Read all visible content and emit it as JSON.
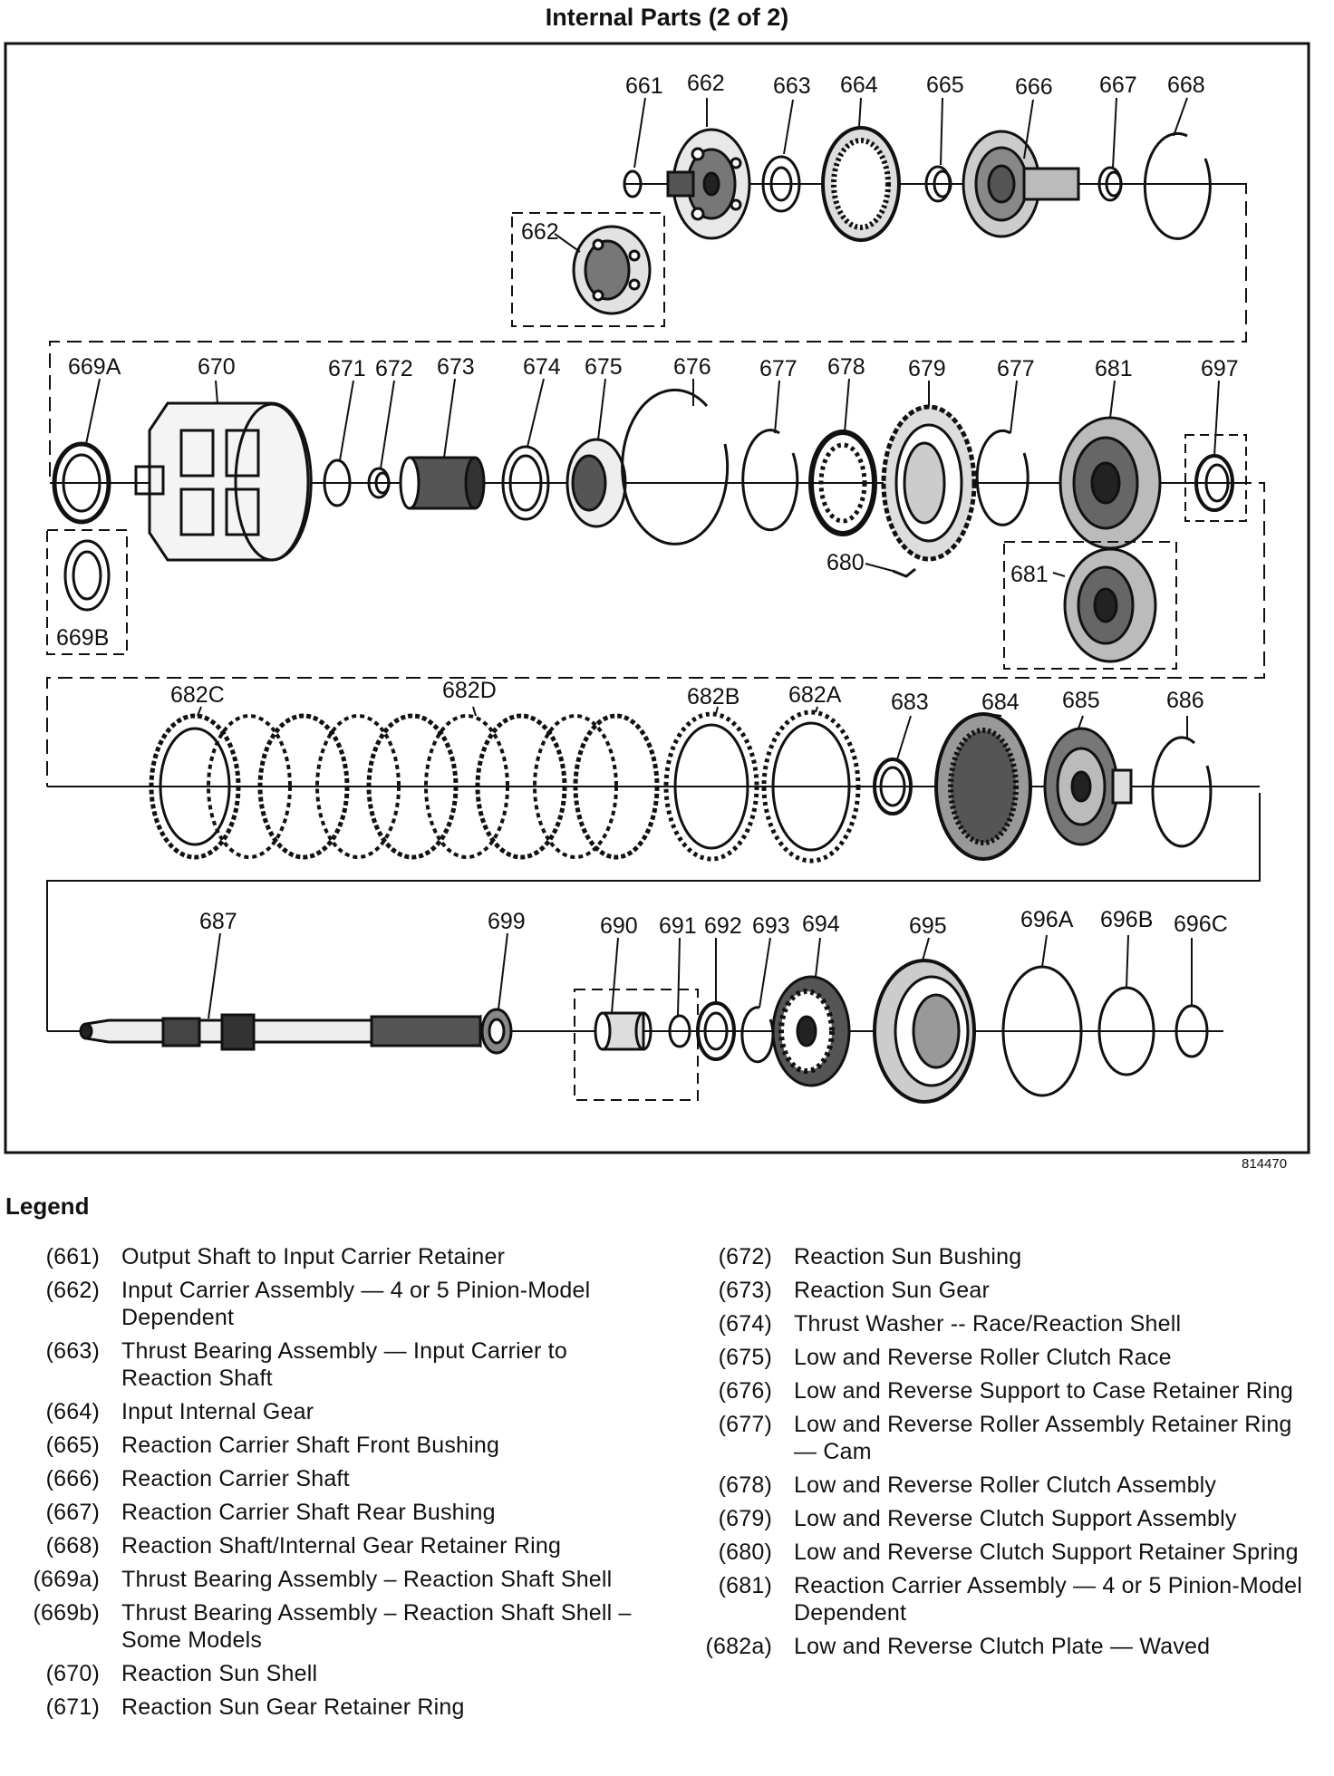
{
  "title": "Internal Parts (2 of 2)",
  "figure_code": "814470",
  "legend_heading": "Legend",
  "labels": {
    "l661": "661",
    "l662": "662",
    "l663": "663",
    "l664": "664",
    "l665": "665",
    "l666": "666",
    "l667": "667",
    "l668": "668",
    "l662b": "662",
    "l669A": "669A",
    "l669B": "669B",
    "l670": "670",
    "l671": "671",
    "l672": "672",
    "l673": "673",
    "l674": "674",
    "l675": "675",
    "l676": "676",
    "l677a": "677",
    "l678": "678",
    "l679": "679",
    "l677b": "677",
    "l681": "681",
    "l697": "697",
    "l680": "680",
    "l681b": "681",
    "l682C": "682C",
    "l682D": "682D",
    "l682B": "682B",
    "l682A": "682A",
    "l683": "683",
    "l684": "684",
    "l685": "685",
    "l686": "686",
    "l687": "687",
    "l699": "699",
    "l690": "690",
    "l691": "691",
    "l692": "692",
    "l693": "693",
    "l694": "694",
    "l695": "695",
    "l696A": "696A",
    "l696B": "696B",
    "l696C": "696C"
  },
  "legend_left": [
    {
      "num": "(661)",
      "desc": "Output Shaft to Input Carrier Retainer"
    },
    {
      "num": "(662)",
      "desc": "Input Carrier Assembly — 4 or 5 Pinion-Model Dependent"
    },
    {
      "num": "(663)",
      "desc": "Thrust Bearing Assembly — Input Carrier to Reaction Shaft"
    },
    {
      "num": "(664)",
      "desc": "Input Internal Gear"
    },
    {
      "num": "(665)",
      "desc": "Reaction Carrier Shaft Front Bushing"
    },
    {
      "num": "(666)",
      "desc": "Reaction Carrier Shaft"
    },
    {
      "num": "(667)",
      "desc": "Reaction Carrier Shaft Rear Bushing"
    },
    {
      "num": "(668)",
      "desc": "Reaction Shaft/Internal Gear Retainer Ring"
    },
    {
      "num": "(669a)",
      "desc": "Thrust Bearing Assembly – Reaction Shaft Shell"
    },
    {
      "num": "(669b)",
      "desc": "Thrust Bearing Assembly – Reaction Shaft Shell – Some Models"
    },
    {
      "num": "(670)",
      "desc": "Reaction Sun Shell"
    },
    {
      "num": "(671)",
      "desc": "Reaction Sun Gear Retainer Ring"
    }
  ],
  "legend_right": [
    {
      "num": "(672)",
      "desc": "Reaction Sun Bushing"
    },
    {
      "num": "(673)",
      "desc": "Reaction Sun Gear"
    },
    {
      "num": "(674)",
      "desc": "Thrust Washer -- Race/Reaction Shell"
    },
    {
      "num": "(675)",
      "desc": "Low and Reverse Roller Clutch Race"
    },
    {
      "num": "(676)",
      "desc": "Low and Reverse Support to Case Retainer Ring"
    },
    {
      "num": "(677)",
      "desc": "Low and Reverse Roller Assembly Retainer Ring — Cam"
    },
    {
      "num": "(678)",
      "desc": "Low and Reverse Roller Clutch Assembly"
    },
    {
      "num": "(679)",
      "desc": "Low and Reverse Clutch Support Assembly"
    },
    {
      "num": "(680)",
      "desc": "Low and Reverse Clutch Support Retainer Spring"
    },
    {
      "num": "(681)",
      "desc": "Reaction Carrier Assembly — 4 or 5 Pinion-Model Dependent"
    },
    {
      "num": "(682a)",
      "desc": "Low and Reverse Clutch Plate — Waved"
    }
  ]
}
